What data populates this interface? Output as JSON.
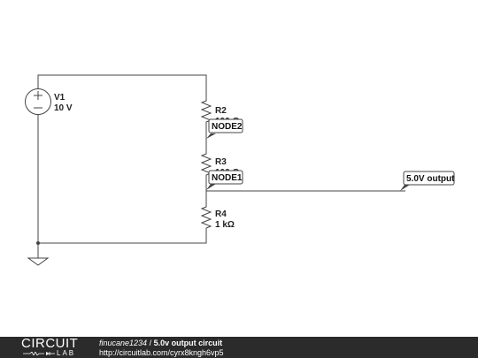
{
  "schematic": {
    "source": {
      "name": "V1",
      "value": "10 V"
    },
    "resistors": [
      {
        "name": "R2",
        "value": "100 Ω"
      },
      {
        "name": "R3",
        "value": "100 Ω"
      },
      {
        "name": "R4",
        "value": "1 kΩ"
      }
    ],
    "nodes": {
      "node2": "NODE2",
      "node1": "NODE1",
      "output": "5.0V output"
    }
  },
  "footer": {
    "logo_top": "CIRCUIT",
    "logo_bottom": "LAB",
    "author": "finucane1234",
    "separator": " / ",
    "title": "5.0v output circuit",
    "url": "http://circuitlab.com/cyrx8kngh6vp5"
  },
  "colors": {
    "wire": "#444444",
    "footer_bg": "#2b2b2b"
  }
}
